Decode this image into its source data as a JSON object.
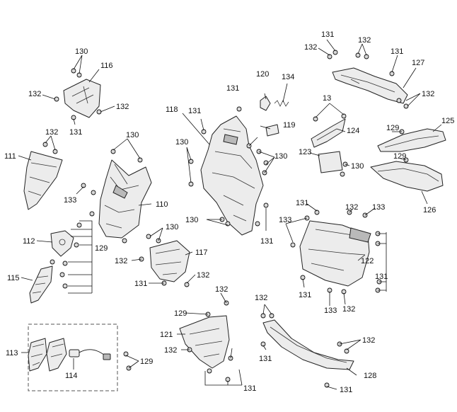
{
  "diagram": {
    "part_labels": {
      "p110": "110",
      "p111": "111",
      "p112": "112",
      "p113": "113",
      "p114": "114",
      "p115": "115",
      "p116": "116",
      "p117": "117",
      "p118": "118",
      "p119": "119",
      "p120": "120",
      "p121": "121",
      "p122": "122",
      "p123": "123",
      "p124": "124",
      "p125": "125",
      "p126": "126",
      "p127": "127",
      "p128": "128",
      "p134": "134"
    },
    "fastener_labels": {
      "f129": "129",
      "f130": "130",
      "f131": "131",
      "f132": "132",
      "f133": "133"
    },
    "odd_label": "13"
  }
}
